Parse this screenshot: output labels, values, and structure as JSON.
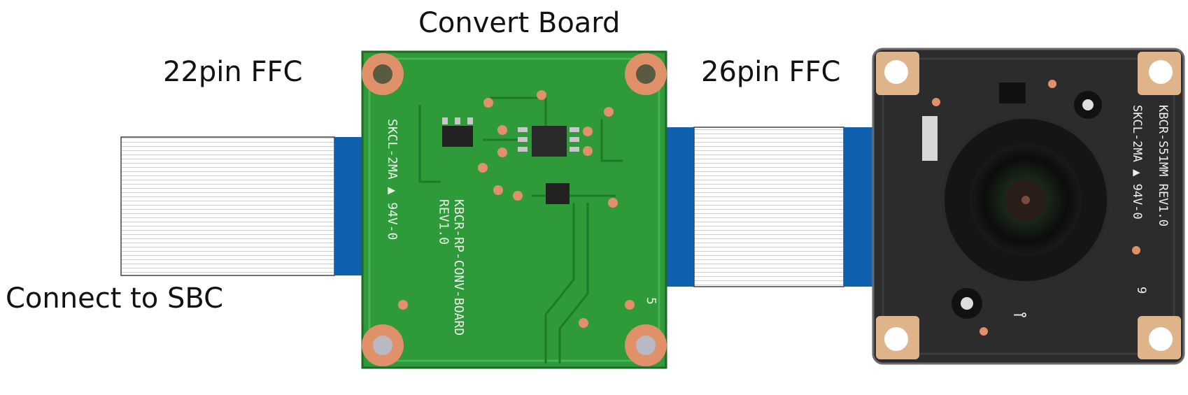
{
  "labels": {
    "title": "Convert Board",
    "left_cable": "22pin FFC",
    "right_cable": "26pin FFC",
    "connect": "Connect to SBC"
  },
  "convert_board": {
    "silkscreen_rev": "KBCR-RP-CONV-BOARD\nREV1.0",
    "silkscreen_cert": "SKCL-2MA ▲ 94V-0",
    "pin_mark": "5"
  },
  "camera_module": {
    "silkscreen_rev": "KBCR-S51MM REV1.0",
    "silkscreen_cert": "SKCL-2MA ▲ 94V-0",
    "pin_mark": "9"
  },
  "colors": {
    "cable_stiffener": "#1060b0",
    "pcb_green": "#2e9a3a",
    "pcb_dark": "#2c2c2c",
    "copper_pad": "#e0916a"
  }
}
